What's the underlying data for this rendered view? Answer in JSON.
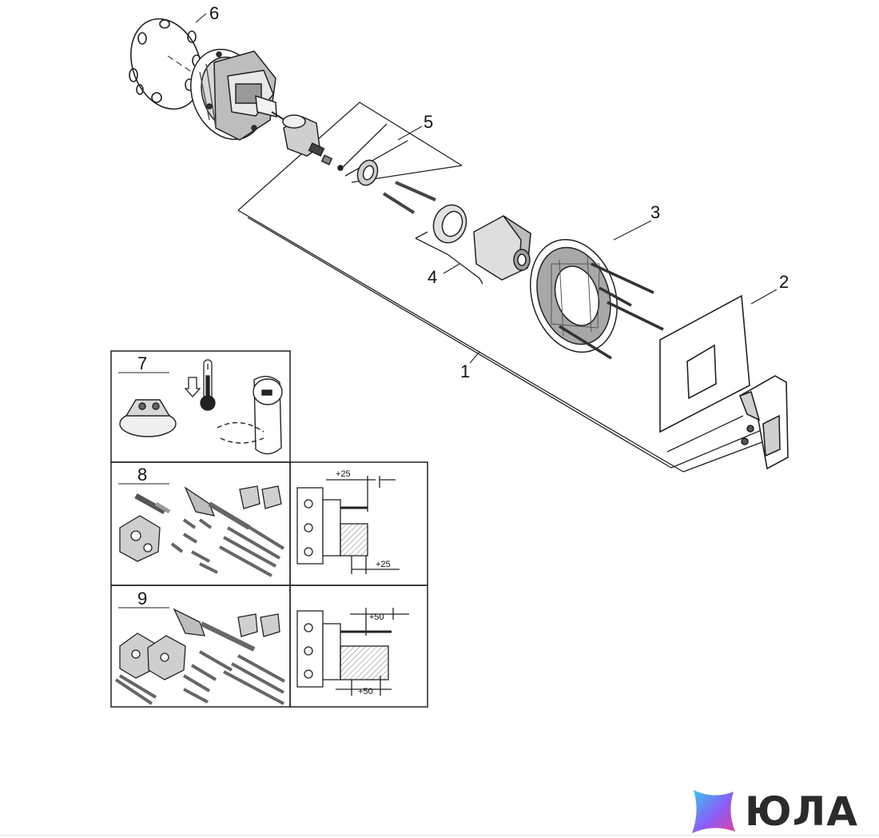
{
  "callouts": {
    "c1": "1",
    "c2": "2",
    "c3": "3",
    "c4": "4",
    "c5": "5",
    "c6": "6",
    "c7": "7",
    "c8": "8",
    "c9": "9"
  },
  "dimensions": {
    "d8_top": "+25",
    "d8_bottom": "+25",
    "d9_top": "+50",
    "d9_bottom": "+50"
  },
  "logo": {
    "text": "ЮЛА",
    "colors": [
      "#35c8f0",
      "#8b5cf6",
      "#e040a0"
    ]
  }
}
